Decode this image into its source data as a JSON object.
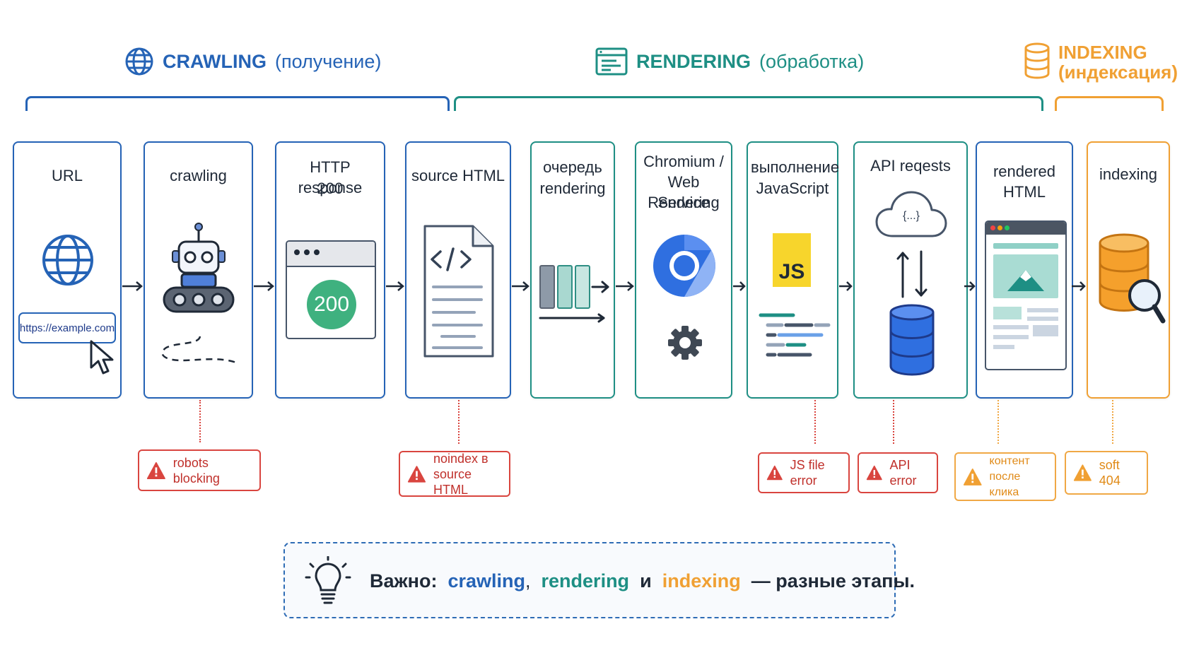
{
  "phases": {
    "crawling": {
      "label": "CRAWLING",
      "paren": "(получение)",
      "color": "#2563b6"
    },
    "rendering": {
      "label": "RENDERING",
      "paren": "(обработка)",
      "color": "#1e8f84"
    },
    "indexing": {
      "label": "INDEXING",
      "paren": "(индексация)",
      "color": "#f0a033"
    }
  },
  "stages": {
    "url": {
      "title": "URL",
      "example_url": "https://example.com"
    },
    "crawling": {
      "title": "crawling"
    },
    "http": {
      "title_line1": "HTTP response",
      "title_line2": "200",
      "status_code": "200"
    },
    "source_html": {
      "title": "source HTML"
    },
    "queue": {
      "title_line1": "очередь",
      "title_line2": "rendering"
    },
    "chromium": {
      "title_line1": "Chromium /",
      "title_line2": "Web Rendering",
      "title_line3": "Service"
    },
    "js": {
      "title_line1": "выполнение",
      "title_line2": "JavaScript",
      "badge": "JS"
    },
    "api": {
      "title": "API reqests",
      "cloud_text": "{...}"
    },
    "rendered_html": {
      "title": "rendered HTML"
    },
    "indexing": {
      "title": "indexing"
    }
  },
  "issues": {
    "robots": {
      "label": "robots blocking"
    },
    "noindex": {
      "line1": "noindex в",
      "line2": "source HTML"
    },
    "js_error": {
      "label": "JS file error"
    },
    "api_error": {
      "label": "API error"
    },
    "content_click": {
      "line1": "контент",
      "line2": "после клика"
    },
    "soft404": {
      "label": "soft 404"
    }
  },
  "note": {
    "prefix": "Важно:",
    "crawling": "crawling",
    "comma": ",",
    "rendering": "rendering",
    "and": "и",
    "indexing": "indexing",
    "suffix": "— разные этапы."
  },
  "colors": {
    "blue": "#2563b6",
    "teal": "#1e8f84",
    "orange": "#f0a033",
    "red": "#d9453f"
  },
  "icons": [
    "globe-icon",
    "document-window-icon",
    "database-icon",
    "robot-icon",
    "code-file-icon",
    "chrome-icon",
    "gear-icon",
    "cloud-icon",
    "magnifier-icon",
    "lightbulb-icon",
    "warning-icon",
    "cursor-icon"
  ]
}
